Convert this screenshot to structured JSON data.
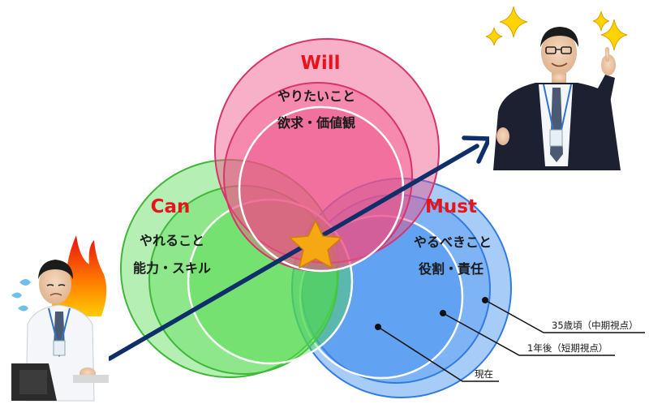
{
  "diagram": {
    "will": {
      "title": "Will",
      "line1": "やりたいこと",
      "line2": "欲求・価値観",
      "color": "#ef4f86"
    },
    "can": {
      "title": "Can",
      "line1": "やれること",
      "line2": "能力・スキル",
      "color": "#4fd94a"
    },
    "must": {
      "title": "Must",
      "line1": "やるべきこと",
      "line2": "役割・責任",
      "color": "#3f8ff0"
    },
    "callouts": {
      "mid_term": "35歳頃（中期視点）",
      "short_term": "1年後（短期視点）",
      "current": "現在"
    },
    "colors": {
      "title_red": "#e8141b",
      "arrow_navy": "#0f2f6b",
      "star_gold": "#f5a813"
    },
    "icons": [
      "star-icon",
      "growth-arrow-icon",
      "sparkle-icon",
      "fire-icon",
      "sweat-icon"
    ]
  }
}
